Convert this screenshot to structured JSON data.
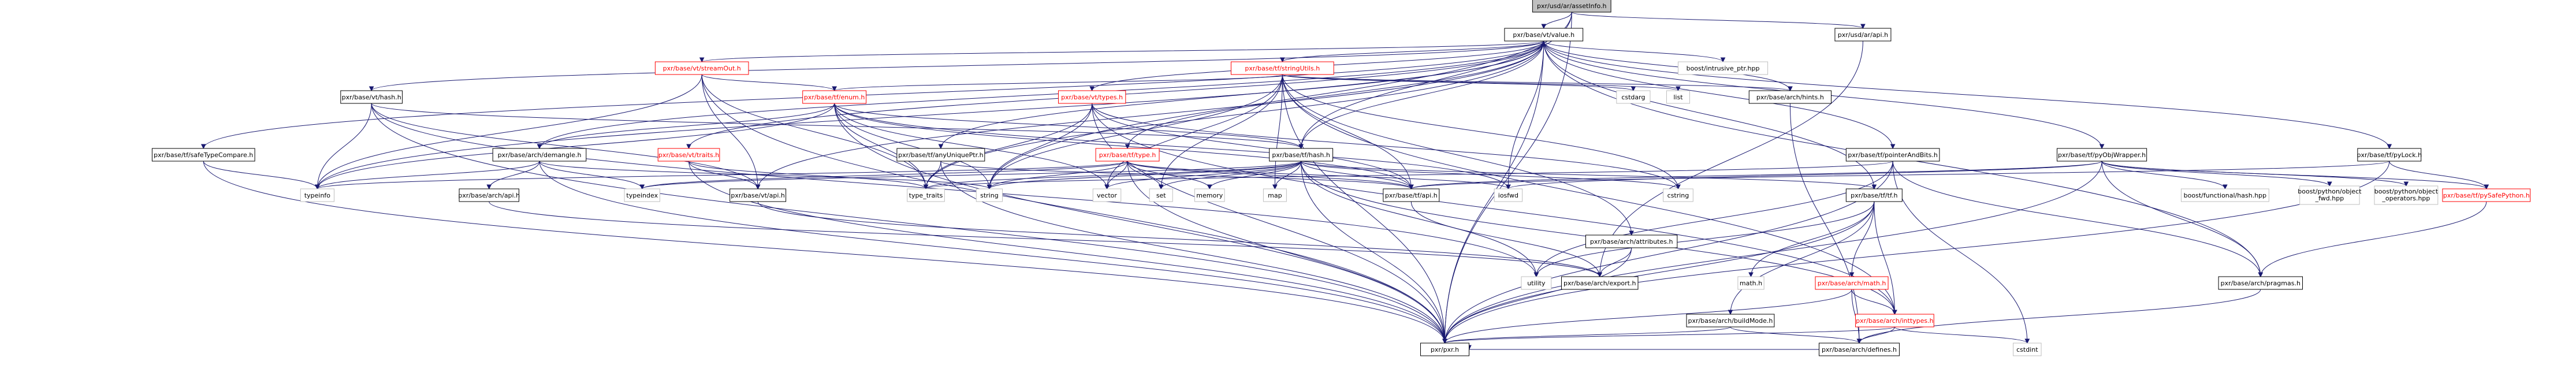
{
  "diagram": {
    "colors": {
      "edge": "#191970",
      "root_fill": "#bfbfbf",
      "node_border": "#000000",
      "red_border": "#ff0000",
      "grey_border": "#bfbfbf",
      "node_fill": "#ffffff"
    },
    "nodes": [
      {
        "id": "root",
        "label": "pxr/usd/ar/assetInfo.h",
        "kind": "root"
      },
      {
        "id": "vtvalue",
        "label": "pxr/base/vt/value.h",
        "kind": "plain"
      },
      {
        "id": "arapi",
        "label": "pxr/usd/ar/api.h",
        "kind": "plain"
      },
      {
        "id": "streamout",
        "label": "pxr/base/vt/streamOut.h",
        "kind": "red"
      },
      {
        "id": "stringutils",
        "label": "pxr/base/tf/stringUtils.h",
        "kind": "red"
      },
      {
        "id": "intrusive",
        "label": "boost/intrusive_ptr.hpp",
        "kind": "grey"
      },
      {
        "id": "vthash",
        "label": "pxr/base/vt/hash.h",
        "kind": "plain"
      },
      {
        "id": "tfenum",
        "label": "pxr/base/tf/enum.h",
        "kind": "red"
      },
      {
        "id": "vttypes",
        "label": "pxr/base/vt/types.h",
        "kind": "red"
      },
      {
        "id": "cstdarg",
        "label": "cstdarg",
        "kind": "grey"
      },
      {
        "id": "list",
        "label": "list",
        "kind": "grey"
      },
      {
        "id": "archhints",
        "label": "pxr/base/arch/hints.h",
        "kind": "plain"
      },
      {
        "id": "safetypecompare",
        "label": "pxr/base/tf/safeTypeCompare.h",
        "kind": "plain"
      },
      {
        "id": "demangle",
        "label": "pxr/base/arch/demangle.h",
        "kind": "plain"
      },
      {
        "id": "vttraits",
        "label": "pxr/base/vt/traits.h",
        "kind": "red"
      },
      {
        "id": "anyuniqueptr",
        "label": "pxr/base/tf/anyUniquePtr.h",
        "kind": "plain"
      },
      {
        "id": "tftype",
        "label": "pxr/base/tf/type.h",
        "kind": "red"
      },
      {
        "id": "tfhash",
        "label": "pxr/base/tf/hash.h",
        "kind": "plain"
      },
      {
        "id": "pointerbits",
        "label": "pxr/base/tf/pointerAndBits.h",
        "kind": "plain"
      },
      {
        "id": "pyobjwrapper",
        "label": "pxr/base/tf/pyObjWrapper.h",
        "kind": "plain"
      },
      {
        "id": "pylock",
        "label": "pxr/base/tf/pyLock.h",
        "kind": "plain"
      },
      {
        "id": "typeinfo",
        "label": "typeinfo",
        "kind": "grey"
      },
      {
        "id": "archapi",
        "label": "pxr/base/arch/api.h",
        "kind": "plain"
      },
      {
        "id": "typeindex",
        "label": "typeindex",
        "kind": "grey"
      },
      {
        "id": "vtapi",
        "label": "pxr/base/vt/api.h",
        "kind": "plain"
      },
      {
        "id": "typetraits",
        "label": "type_traits",
        "kind": "grey"
      },
      {
        "id": "string",
        "label": "string",
        "kind": "grey"
      },
      {
        "id": "vector",
        "label": "vector",
        "kind": "grey"
      },
      {
        "id": "set",
        "label": "set",
        "kind": "grey"
      },
      {
        "id": "memory",
        "label": "memory",
        "kind": "grey"
      },
      {
        "id": "map",
        "label": "map",
        "kind": "grey"
      },
      {
        "id": "tfapi",
        "label": "pxr/base/tf/api.h",
        "kind": "plain"
      },
      {
        "id": "iosfwd",
        "label": "iosfwd",
        "kind": "grey"
      },
      {
        "id": "cstring",
        "label": "cstring",
        "kind": "grey"
      },
      {
        "id": "attributes",
        "label": "pxr/base/arch/attributes.h",
        "kind": "plain"
      },
      {
        "id": "tftf",
        "label": "pxr/base/tf/tf.h",
        "kind": "plain"
      },
      {
        "id": "pragmas",
        "label": "pxr/base/arch/pragmas.h",
        "kind": "plain"
      },
      {
        "id": "cstdint",
        "label": "cstdint",
        "kind": "grey"
      },
      {
        "id": "functionalhash",
        "label": "boost/functional/hash.hpp",
        "kind": "grey"
      },
      {
        "id": "pyobjectfwd",
        "label": "boost/python/object\n_fwd.hpp",
        "kind": "grey"
      },
      {
        "id": "pyobjectops",
        "label": "boost/python/object\n_operators.hpp",
        "kind": "grey"
      },
      {
        "id": "pysafepython",
        "label": "pxr/base/tf/pySafePython.h",
        "kind": "red"
      },
      {
        "id": "utility",
        "label": "utility",
        "kind": "grey"
      },
      {
        "id": "archexport",
        "label": "pxr/base/arch/export.h",
        "kind": "plain"
      },
      {
        "id": "archmath",
        "label": "pxr/base/arch/math.h",
        "kind": "red"
      },
      {
        "id": "mathh",
        "label": "math.h",
        "kind": "grey"
      },
      {
        "id": "inttypes",
        "label": "pxr/base/arch/inttypes.h",
        "kind": "red"
      },
      {
        "id": "buildmode",
        "label": "pxr/base/arch/buildMode.h",
        "kind": "plain"
      },
      {
        "id": "pxrh",
        "label": "pxr/pxr.h",
        "kind": "plain"
      },
      {
        "id": "defines",
        "label": "pxr/base/arch/defines.h",
        "kind": "plain"
      }
    ],
    "edges": [
      [
        "root",
        "vtvalue"
      ],
      [
        "root",
        "arapi"
      ],
      [
        "root",
        "pxrh"
      ],
      [
        "root",
        "tfhash"
      ],
      [
        "root",
        "string"
      ],
      [
        "vtvalue",
        "streamout"
      ],
      [
        "vtvalue",
        "stringutils"
      ],
      [
        "vtvalue",
        "intrusive"
      ],
      [
        "vtvalue",
        "vthash"
      ],
      [
        "vtvalue",
        "vttypes"
      ],
      [
        "vtvalue",
        "archhints"
      ],
      [
        "vtvalue",
        "safetypecompare"
      ],
      [
        "vtvalue",
        "demangle"
      ],
      [
        "vtvalue",
        "vttraits"
      ],
      [
        "vtvalue",
        "anyuniqueptr"
      ],
      [
        "vtvalue",
        "tftype"
      ],
      [
        "vtvalue",
        "tfhash"
      ],
      [
        "vtvalue",
        "pointerbits"
      ],
      [
        "vtvalue",
        "pyobjwrapper"
      ],
      [
        "vtvalue",
        "pylock"
      ],
      [
        "vtvalue",
        "pragmas"
      ],
      [
        "vtvalue",
        "tftf"
      ],
      [
        "vtvalue",
        "typeinfo"
      ],
      [
        "vtvalue",
        "typetraits"
      ],
      [
        "vtvalue",
        "iosfwd"
      ],
      [
        "vtvalue",
        "pxrh"
      ],
      [
        "vtvalue",
        "vtapi"
      ],
      [
        "arapi",
        "archexport"
      ],
      [
        "streamout",
        "pxrh"
      ],
      [
        "streamout",
        "vtapi"
      ],
      [
        "streamout",
        "tfenum"
      ],
      [
        "streamout",
        "typeinfo"
      ],
      [
        "streamout",
        "typetraits"
      ],
      [
        "stringutils",
        "tfenum"
      ],
      [
        "stringutils",
        "cstdarg"
      ],
      [
        "stringutils",
        "list"
      ],
      [
        "stringutils",
        "archhints"
      ],
      [
        "stringutils",
        "attributes"
      ],
      [
        "stringutils",
        "inttypes"
      ],
      [
        "stringutils",
        "tfapi"
      ],
      [
        "stringutils",
        "cstring"
      ],
      [
        "stringutils",
        "string"
      ],
      [
        "stringutils",
        "set"
      ],
      [
        "stringutils",
        "map"
      ],
      [
        "stringutils",
        "vector"
      ],
      [
        "stringutils",
        "pxrh"
      ],
      [
        "vthash",
        "pxrh"
      ],
      [
        "vthash",
        "vtapi"
      ],
      [
        "vthash",
        "tfhash"
      ],
      [
        "vthash",
        "typeinfo"
      ],
      [
        "vthash",
        "utility"
      ],
      [
        "tfenum",
        "pxrh"
      ],
      [
        "tfenum",
        "demangle"
      ],
      [
        "tfenum",
        "tfhash"
      ],
      [
        "tfenum",
        "tfapi"
      ],
      [
        "tfenum",
        "iosfwd"
      ],
      [
        "tfenum",
        "string"
      ],
      [
        "tfenum",
        "typeinfo"
      ],
      [
        "tfenum",
        "typetraits"
      ],
      [
        "tfenum",
        "vector"
      ],
      [
        "vttypes",
        "tfapi"
      ],
      [
        "vttypes",
        "string"
      ],
      [
        "vttypes",
        "typetraits"
      ],
      [
        "vttypes",
        "pxrh"
      ],
      [
        "vttypes",
        "inttypes"
      ],
      [
        "vttypes",
        "cstring"
      ],
      [
        "archhints",
        "defines"
      ],
      [
        "safetypecompare",
        "pxrh"
      ],
      [
        "safetypecompare",
        "typeinfo"
      ],
      [
        "demangle",
        "pxrh"
      ],
      [
        "demangle",
        "archapi"
      ],
      [
        "demangle",
        "string"
      ],
      [
        "demangle",
        "typeinfo"
      ],
      [
        "demangle",
        "typeindex"
      ],
      [
        "vttraits",
        "pxrh"
      ],
      [
        "vttraits",
        "vtapi"
      ],
      [
        "vttraits",
        "typetraits"
      ],
      [
        "anyuniqueptr",
        "pxrh"
      ],
      [
        "anyuniqueptr",
        "tfapi"
      ],
      [
        "anyuniqueptr",
        "typetraits"
      ],
      [
        "tftype",
        "pxrh"
      ],
      [
        "tftype",
        "tfapi"
      ],
      [
        "tftype",
        "typeinfo"
      ],
      [
        "tftype",
        "string"
      ],
      [
        "tftype",
        "vector"
      ],
      [
        "tftype",
        "set"
      ],
      [
        "tftype",
        "memory"
      ],
      [
        "tftype",
        "iosfwd"
      ],
      [
        "tftype",
        "typeindex"
      ],
      [
        "tfhash",
        "pxrh"
      ],
      [
        "tfhash",
        "tfapi"
      ],
      [
        "tfhash",
        "inttypes"
      ],
      [
        "tfhash",
        "typetraits"
      ],
      [
        "tfhash",
        "string"
      ],
      [
        "tfhash",
        "memory"
      ],
      [
        "tfhash",
        "map"
      ],
      [
        "tfhash",
        "set"
      ],
      [
        "tfhash",
        "vector"
      ],
      [
        "tfhash",
        "cstring"
      ],
      [
        "tfhash",
        "utility"
      ],
      [
        "tfhash",
        "tftf"
      ],
      [
        "tfhash",
        "typeindex"
      ],
      [
        "pointerbits",
        "pxrh"
      ],
      [
        "pointerbits",
        "pragmas"
      ],
      [
        "pointerbits",
        "cstdint"
      ],
      [
        "pointerbits",
        "typetraits"
      ],
      [
        "pointerbits",
        "utility"
      ],
      [
        "pyobjwrapper",
        "pxrh"
      ],
      [
        "pyobjwrapper",
        "tfapi"
      ],
      [
        "pyobjwrapper",
        "pysafepython"
      ],
      [
        "pyobjwrapper",
        "functionalhash"
      ],
      [
        "pyobjwrapper",
        "pyobjectfwd"
      ],
      [
        "pyobjwrapper",
        "pyobjectops"
      ],
      [
        "pyobjwrapper",
        "iosfwd"
      ],
      [
        "pyobjwrapper",
        "pragmas"
      ],
      [
        "pylock",
        "pxrh"
      ],
      [
        "pylock",
        "pysafepython"
      ],
      [
        "pylock",
        "tfapi"
      ],
      [
        "archapi",
        "archexport"
      ],
      [
        "vtapi",
        "archexport"
      ],
      [
        "tfapi",
        "archexport"
      ],
      [
        "attributes",
        "archexport"
      ],
      [
        "attributes",
        "pxrh"
      ],
      [
        "tftf",
        "pxrh"
      ],
      [
        "tftf",
        "archmath"
      ],
      [
        "tftf",
        "inttypes"
      ],
      [
        "tftf",
        "buildmode"
      ],
      [
        "tftf",
        "mathh"
      ],
      [
        "tftf",
        "utility"
      ],
      [
        "pragmas",
        "defines"
      ],
      [
        "pysafepython",
        "pragmas"
      ],
      [
        "archmath",
        "pxrh"
      ],
      [
        "archmath",
        "defines"
      ],
      [
        "archmath",
        "inttypes"
      ],
      [
        "inttypes",
        "pxrh"
      ],
      [
        "inttypes",
        "defines"
      ],
      [
        "inttypes",
        "cstdint"
      ],
      [
        "buildmode",
        "pxrh"
      ],
      [
        "buildmode",
        "defines"
      ],
      [
        "defines",
        "pxrh"
      ]
    ]
  }
}
